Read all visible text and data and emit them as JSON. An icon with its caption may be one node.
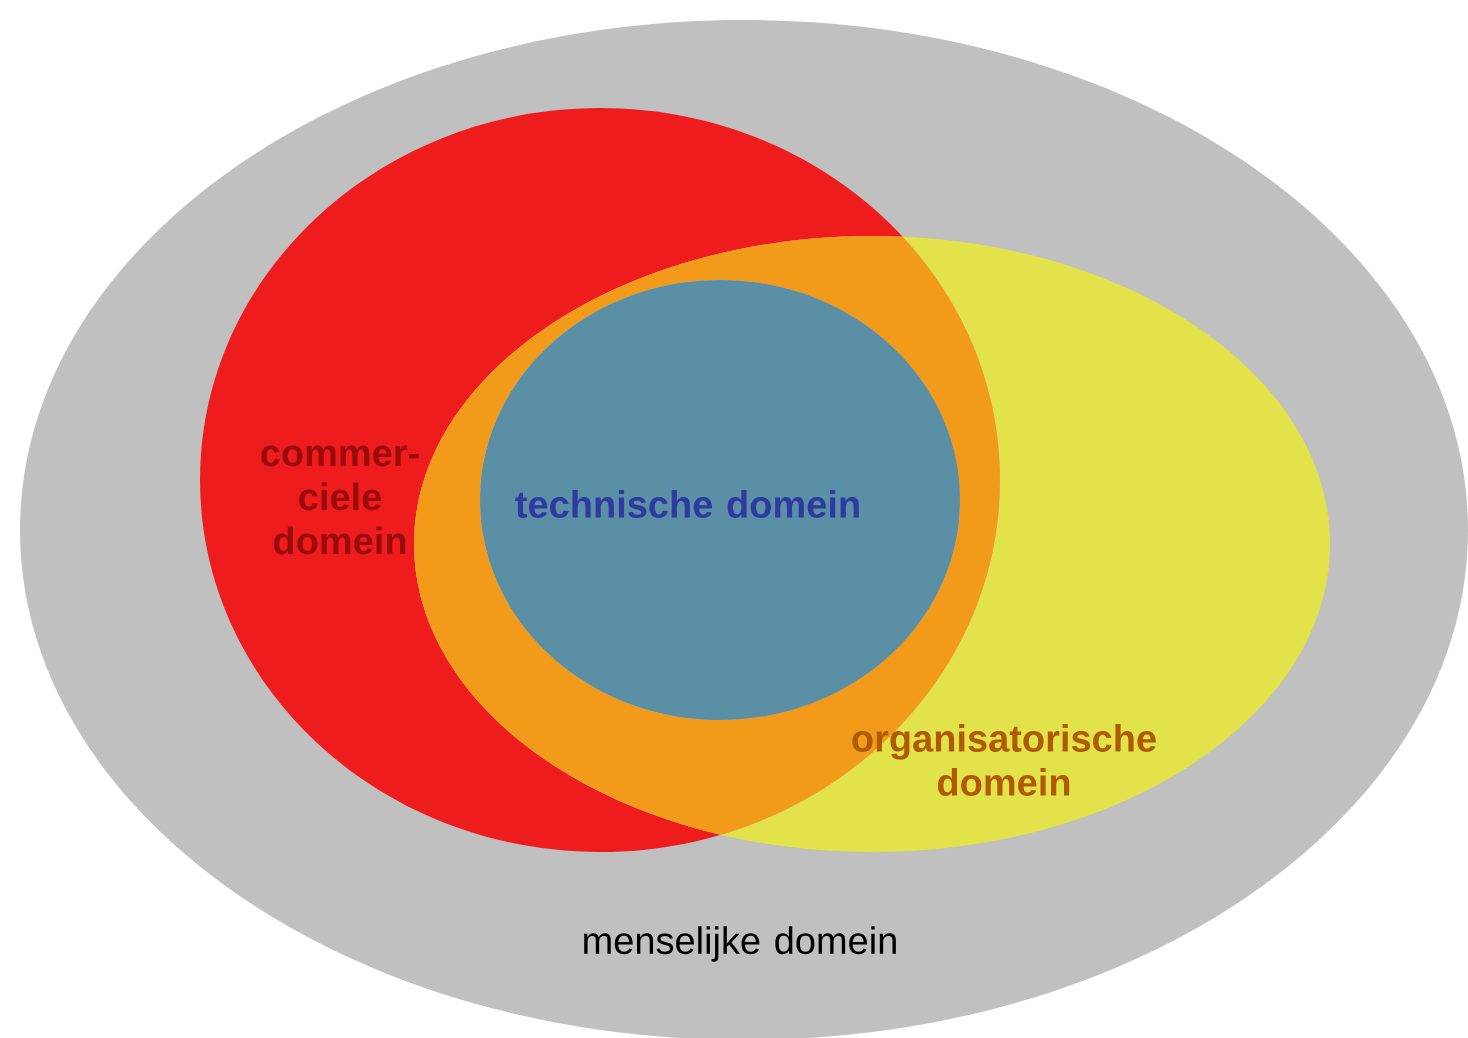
{
  "diagram": {
    "nodes": [
      {
        "text": [
          "menselijke domein"
        ]
      },
      {
        "text": [
          "commer- ciele domein"
        ],
        "in": 0
      },
      {
        "text": [
          "organisatorische domein"
        ],
        "in": 0
      },
      {
        "text": [
          "technische domein"
        ]
      }
    ]
  }
}
